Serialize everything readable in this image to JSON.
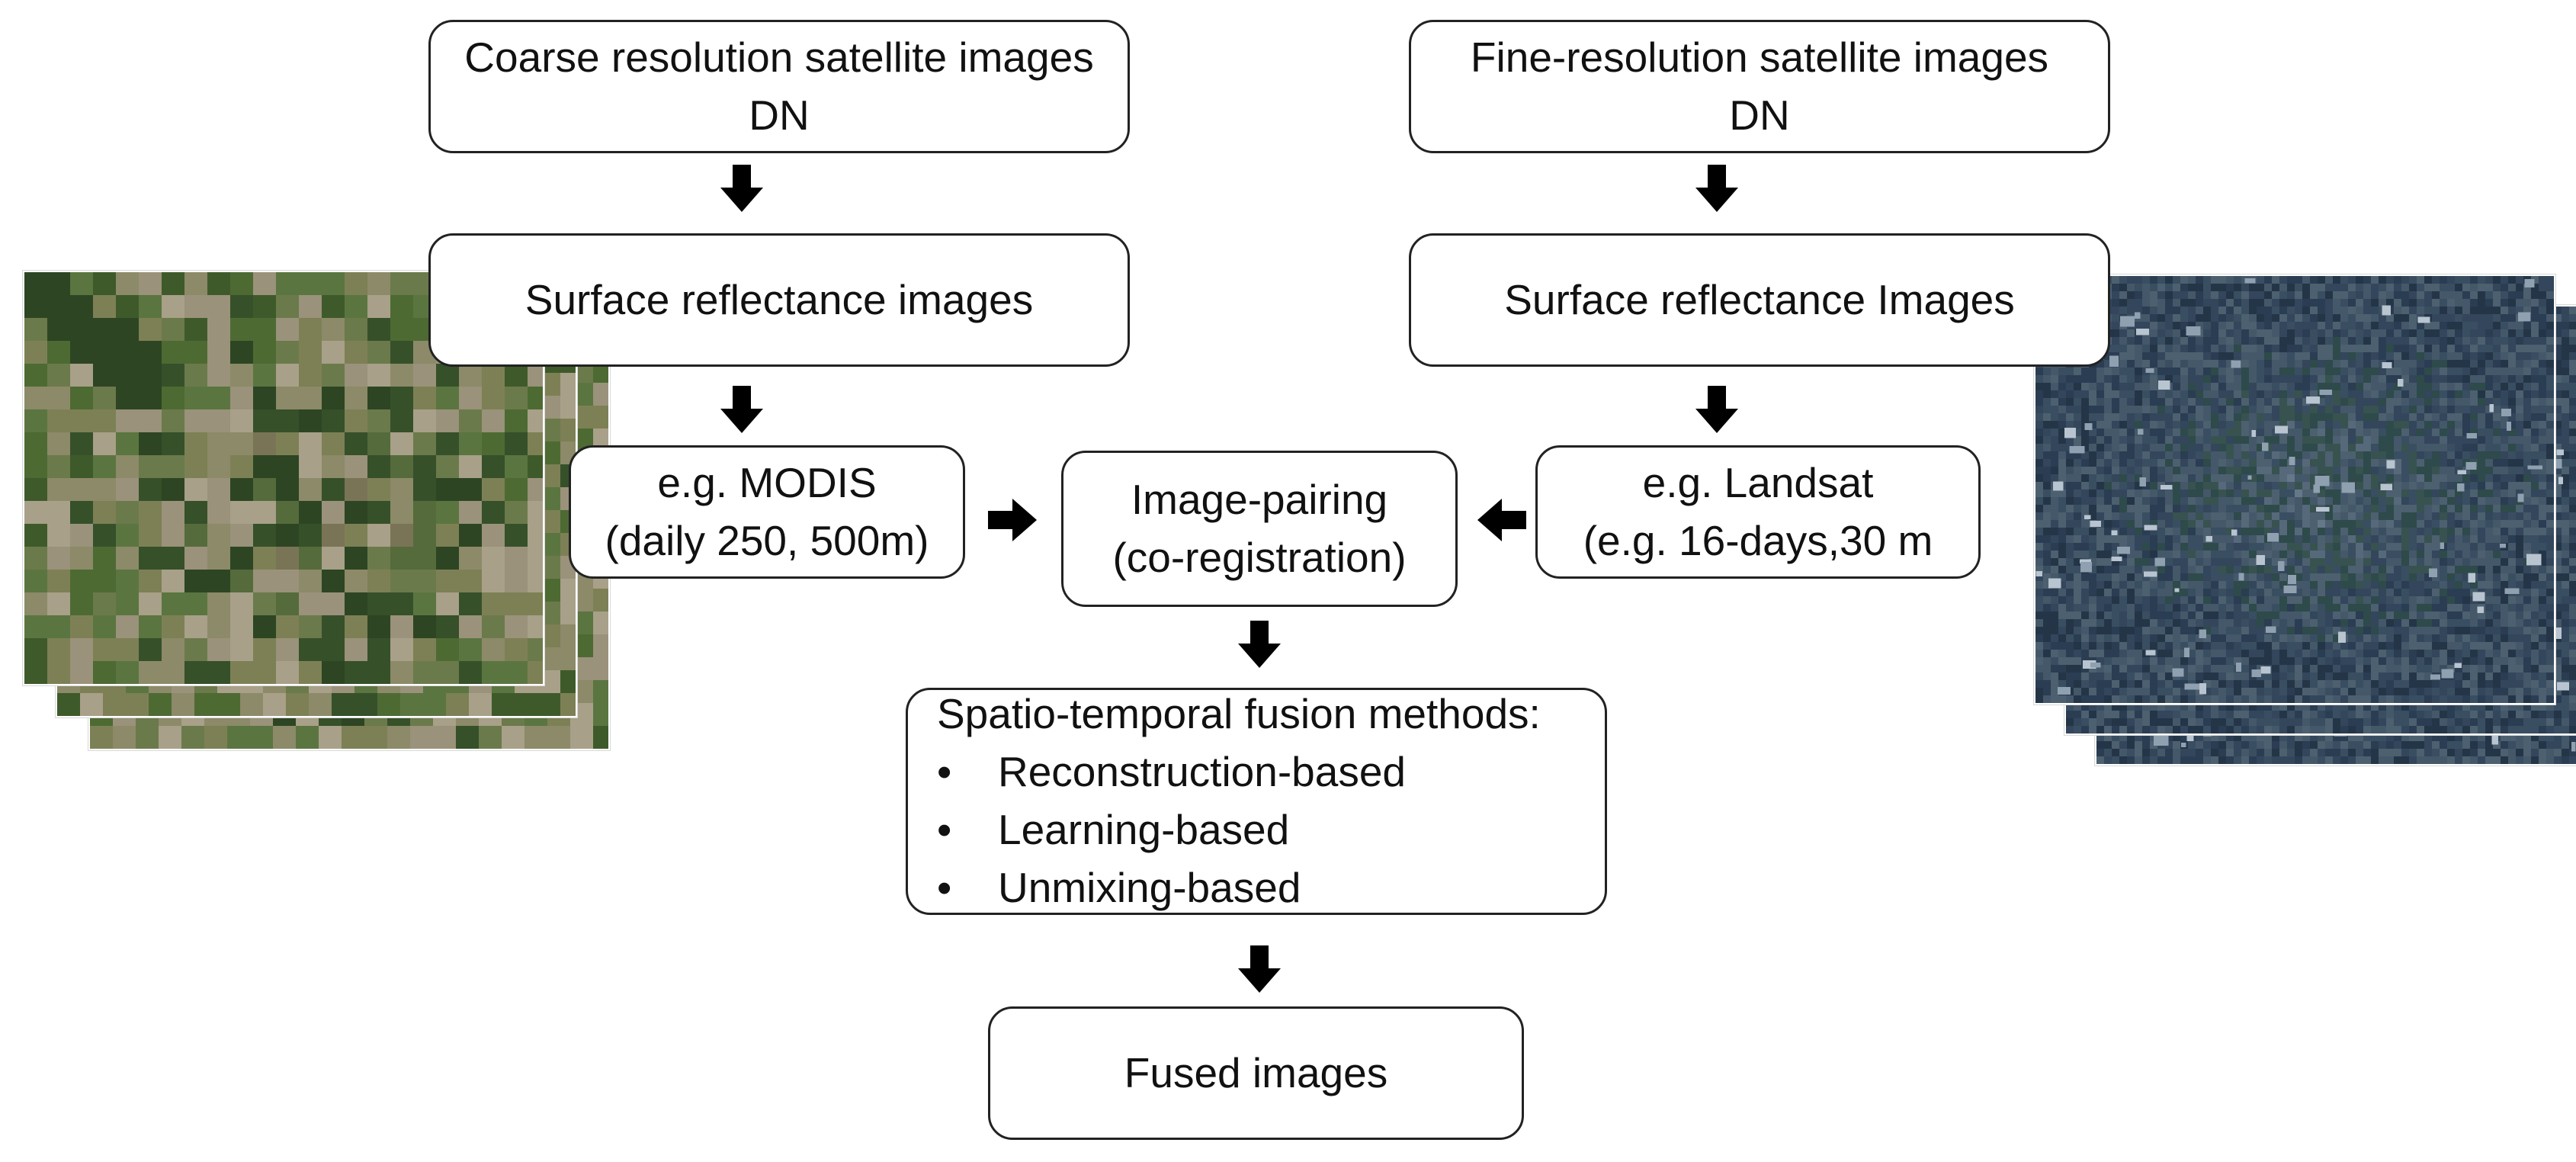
{
  "boxes": {
    "coarse_dn": {
      "line1": "Coarse resolution satellite images",
      "line2": "DN"
    },
    "fine_dn": {
      "line1": "Fine-resolution satellite images",
      "line2": "DN"
    },
    "coarse_sr": {
      "line1": "Surface reflectance images"
    },
    "fine_sr": {
      "line1": "Surface reflectance Images"
    },
    "modis": {
      "line1": "e.g. MODIS",
      "line2": "(daily 250, 500m)"
    },
    "landsat": {
      "line1": "e.g. Landsat",
      "line2": "(e.g. 16-days,30 m"
    },
    "pairing": {
      "line1": "Image-pairing",
      "line2": "(co-registration)"
    },
    "fusion": {
      "title": "Spatio-temporal fusion methods:",
      "bullet": "•",
      "items": [
        "Reconstruction-based",
        "Learning-based",
        "Unmixing-based"
      ]
    },
    "fused": {
      "line1": "Fused images"
    }
  },
  "colors": {
    "arrow": "#000000",
    "border": "#222222",
    "coarse_image_base": "#4c6632",
    "fine_image_base": "#2f4259"
  },
  "images": {
    "coarse": "coarse-resolution-satellite-image-stack",
    "fine": "fine-resolution-satellite-image-stack"
  }
}
